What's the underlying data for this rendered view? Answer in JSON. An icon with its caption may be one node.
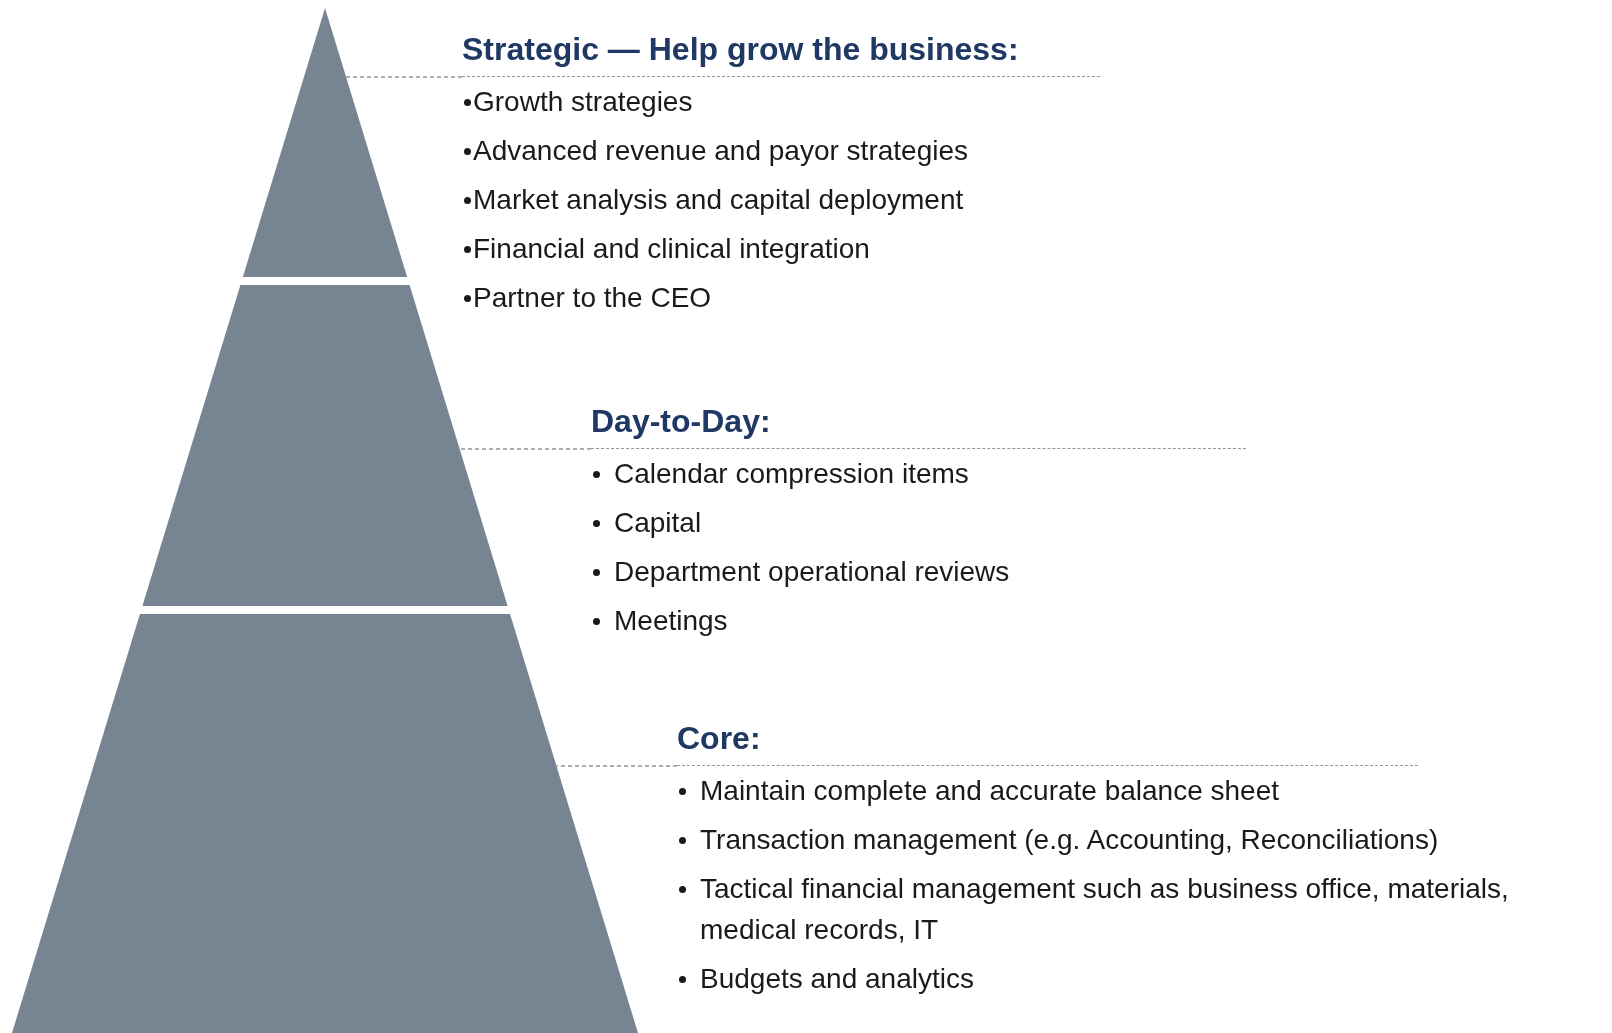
{
  "diagram": {
    "nodes": [
      {
        "text": [],
        "shape": "triangle"
      },
      {
        "text": [],
        "shape": "trapezoid"
      },
      {
        "text": [],
        "shape": "trapezoid"
      },
      {
        "text": [
          "Strategic — Help grow the business:",
          "Growth strategies",
          "Advanced revenue and payor strategies",
          "Market analysis and capital deployment",
          "Financial and clinical integration",
          "Partner to the CEO"
        ]
      },
      {
        "text": [
          "Day-to-Day:",
          "Calendar compression items",
          "Capital",
          "Department operational reviews",
          "Meetings"
        ]
      },
      {
        "text": [
          "Core:",
          "Maintain complete and accurate balance sheet",
          "Transaction management (e.g. Accounting, Reconciliations)",
          "Tactical financial management such as business office, materials, medical records, IT",
          "Budgets and analytics"
        ]
      }
    ],
    "edges": [
      {
        "from": 3,
        "to": 0,
        "arrow": "none",
        "style": "dashed"
      },
      {
        "from": 4,
        "to": 1,
        "arrow": "none",
        "style": "dashed"
      },
      {
        "from": 5,
        "to": 2,
        "arrow": "none",
        "style": "dashed"
      }
    ]
  }
}
